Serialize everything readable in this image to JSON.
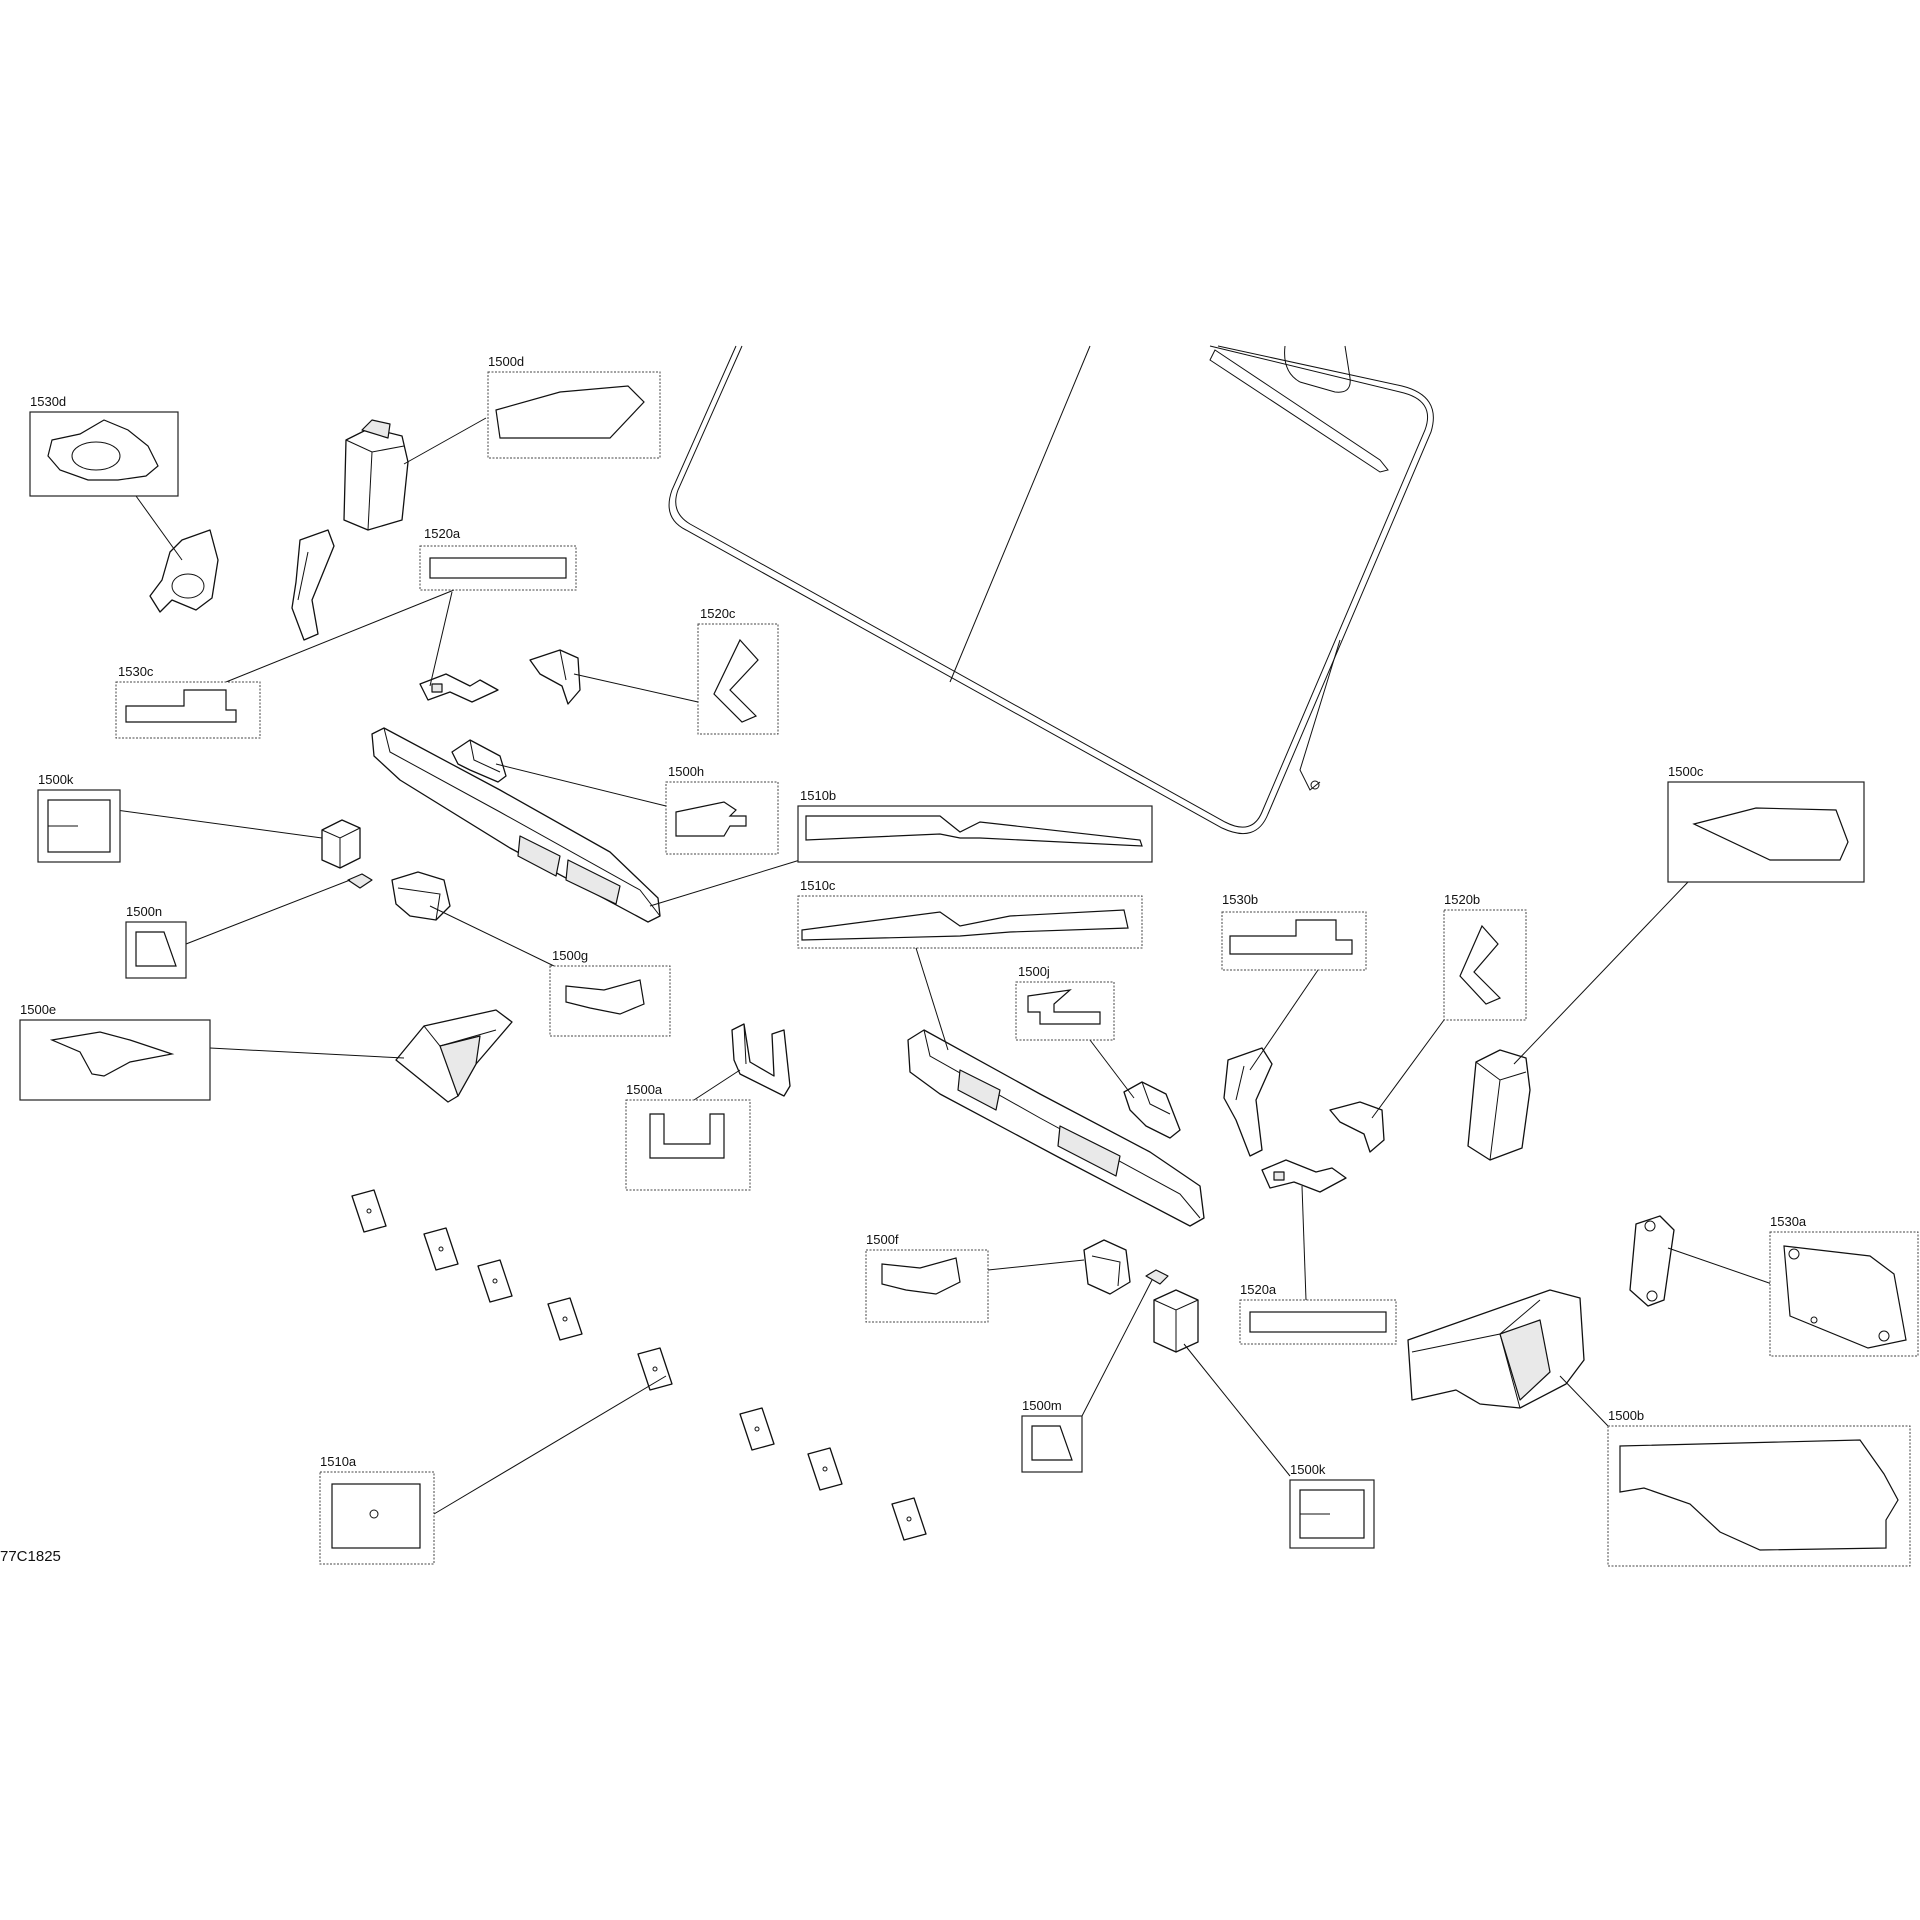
{
  "drawing_ref": "77C1825",
  "callouts": {
    "c1530d": "1530d",
    "c1500d": "1500d",
    "c1520a_top": "1520a",
    "c1520c": "1520c",
    "c1530c": "1530c",
    "c1500k_left": "1500k",
    "c1500h": "1500h",
    "c1510b": "1510b",
    "c1500n": "1500n",
    "c1510c": "1510c",
    "c1500g": "1500g",
    "c1500e": "1500e",
    "c1500a": "1500a",
    "c1500j": "1500j",
    "c1530b": "1530b",
    "c1520b": "1520b",
    "c1500c": "1500c",
    "c1500f": "1500f",
    "c1500m": "1500m",
    "c1520a_bottom": "1520a",
    "c1530a": "1530a",
    "c1510a": "1510a",
    "c1500k_right": "1500k",
    "c1500b": "1500b"
  }
}
